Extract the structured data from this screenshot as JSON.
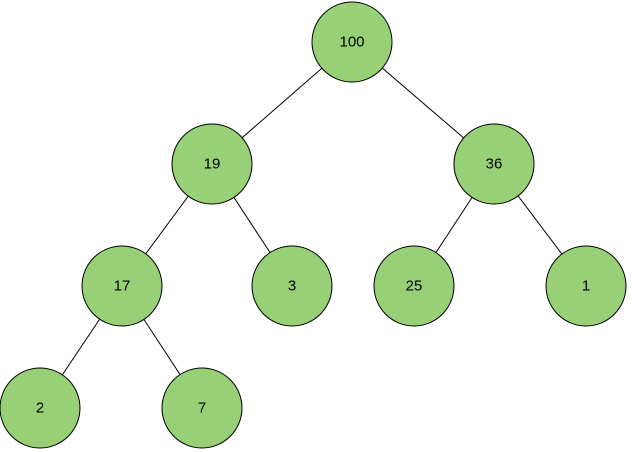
{
  "tree": {
    "node_fill": "#97d077",
    "node_stroke": "#000000",
    "edge_color": "#000000",
    "nodes": [
      {
        "id": "n100",
        "label": "100"
      },
      {
        "id": "n19",
        "label": "19"
      },
      {
        "id": "n36",
        "label": "36"
      },
      {
        "id": "n17",
        "label": "17"
      },
      {
        "id": "n3",
        "label": "3"
      },
      {
        "id": "n25",
        "label": "25"
      },
      {
        "id": "n1",
        "label": "1"
      },
      {
        "id": "n2",
        "label": "2"
      },
      {
        "id": "n7",
        "label": "7"
      }
    ],
    "edges": [
      {
        "from": "n100",
        "to": "n19"
      },
      {
        "from": "n100",
        "to": "n36"
      },
      {
        "from": "n19",
        "to": "n17"
      },
      {
        "from": "n19",
        "to": "n3"
      },
      {
        "from": "n36",
        "to": "n25"
      },
      {
        "from": "n36",
        "to": "n1"
      },
      {
        "from": "n17",
        "to": "n2"
      },
      {
        "from": "n17",
        "to": "n7"
      }
    ]
  }
}
